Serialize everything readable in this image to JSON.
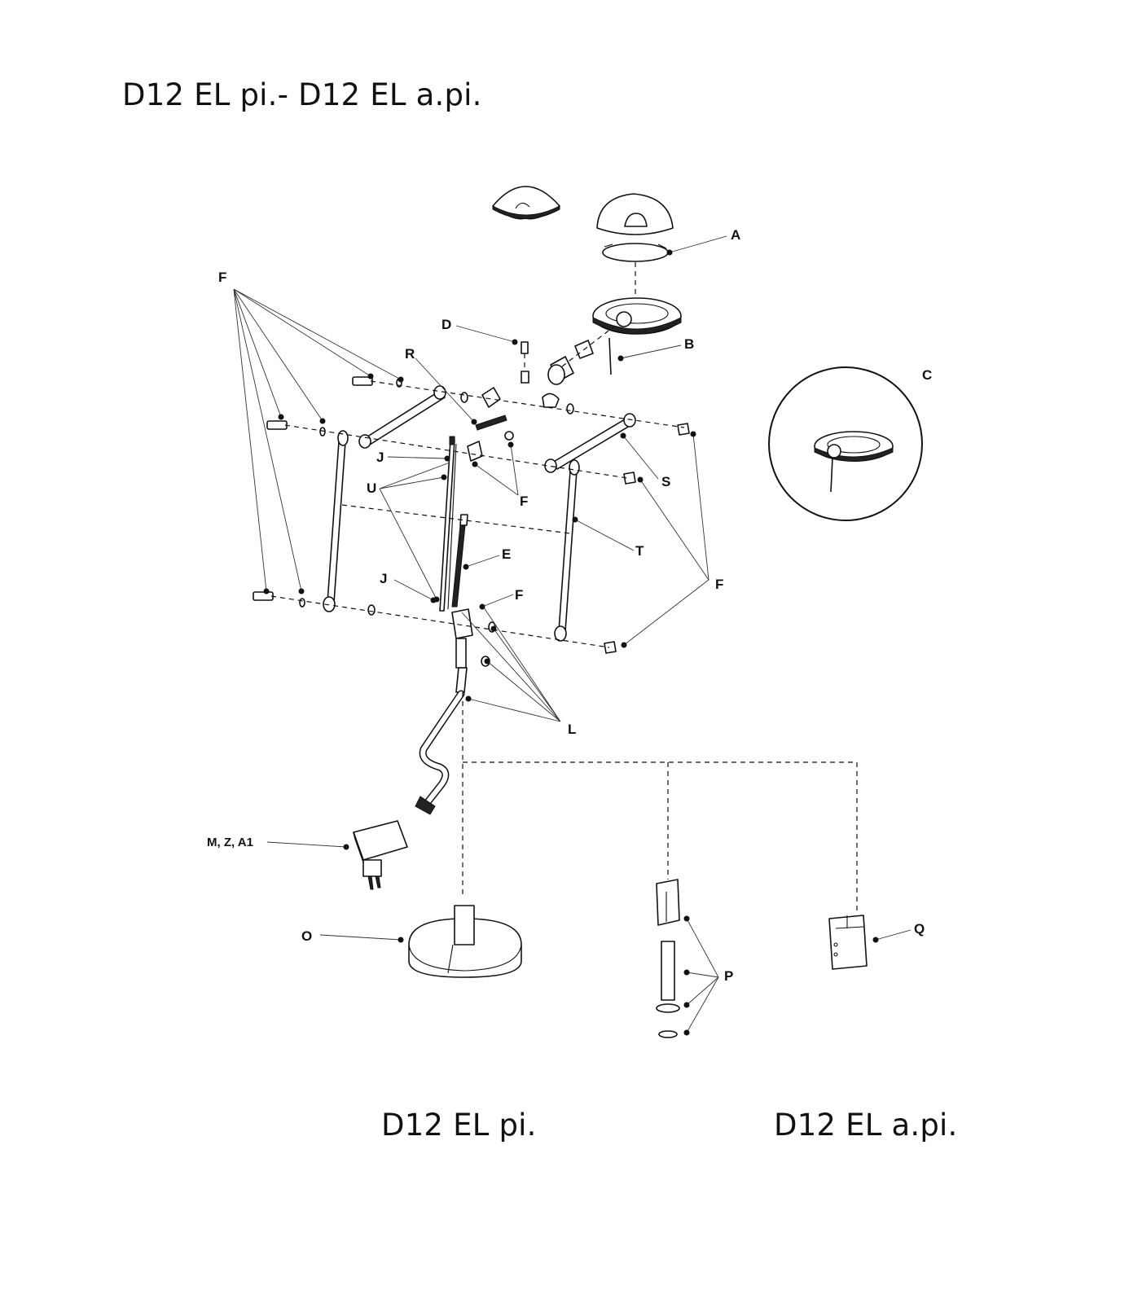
{
  "titles": {
    "main": "D12 EL pi.- D12 EL a.pi.",
    "variant_pi": "D12 EL pi.",
    "variant_api": "D12 EL a.pi."
  },
  "labels": {
    "A": "A",
    "B": "B",
    "C": "C",
    "D": "D",
    "E": "E",
    "F_top": "F",
    "F_mid": "F",
    "F_joint": "F",
    "F_right": "F",
    "J_upper": "J",
    "J_lower": "J",
    "U": "U",
    "R": "R",
    "S": "S",
    "T": "T",
    "L": "L",
    "power": "M, Z, A1",
    "O": "O",
    "P": "P",
    "Q": "Q"
  }
}
